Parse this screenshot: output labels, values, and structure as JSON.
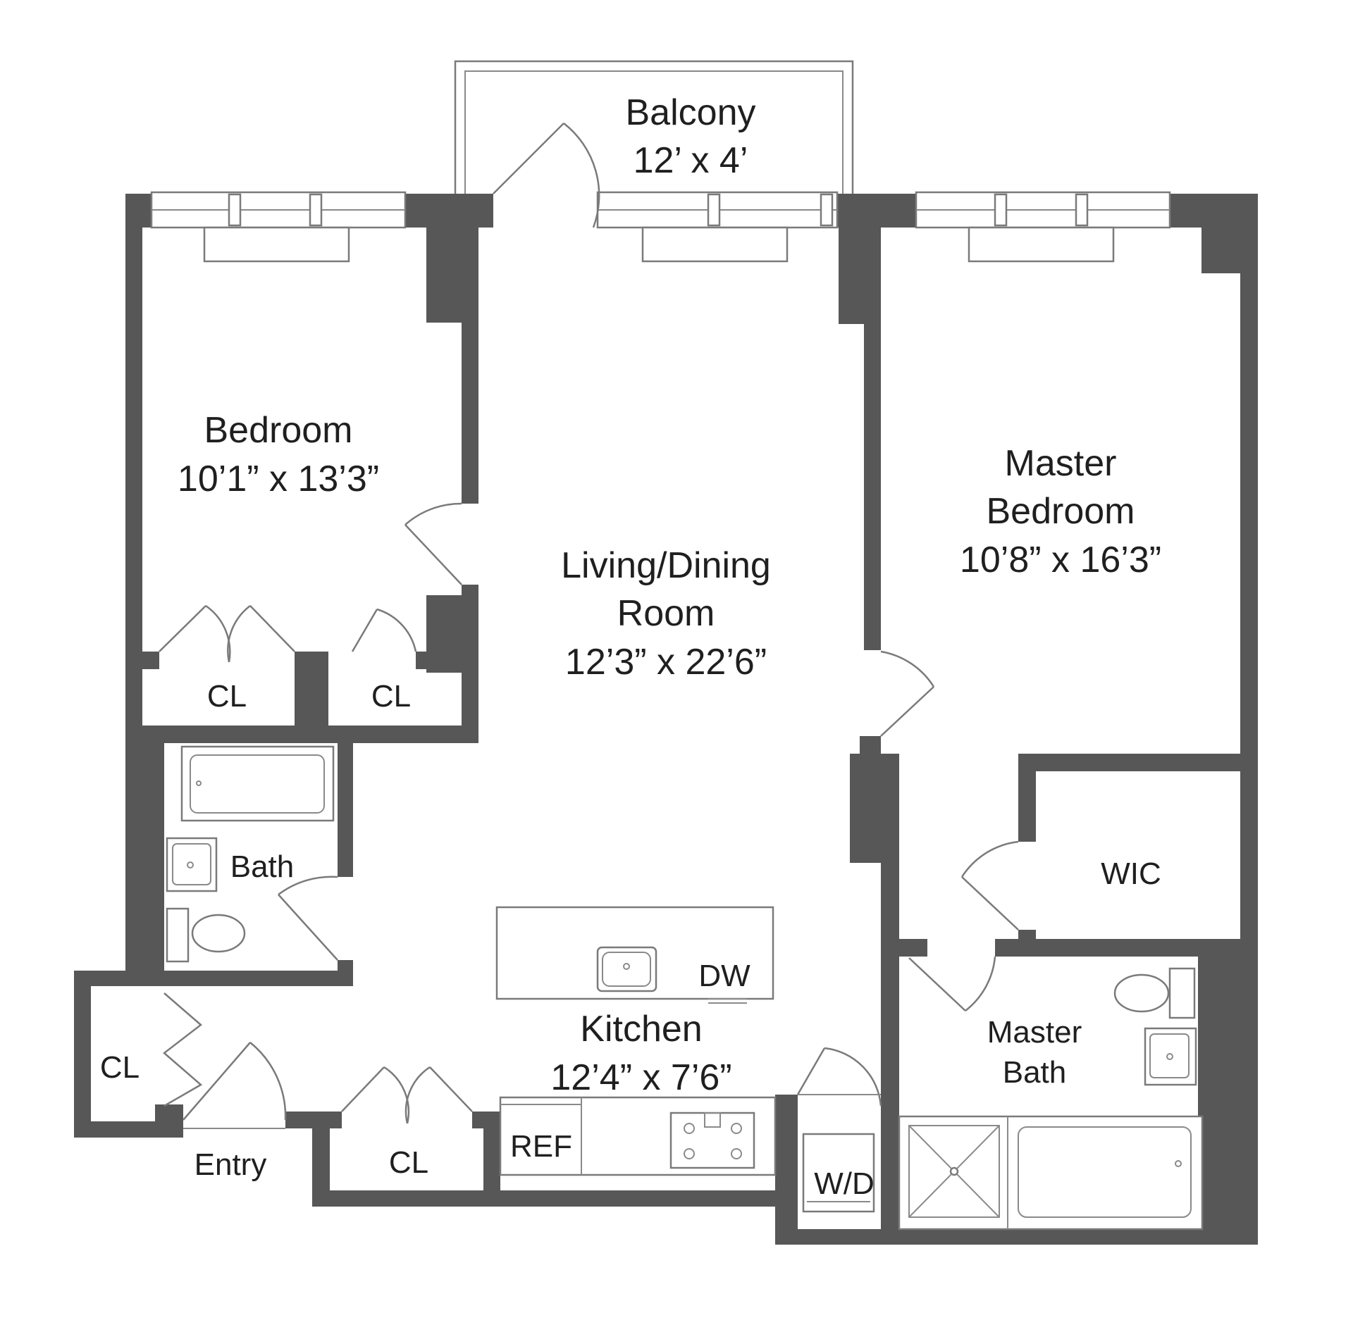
{
  "balcony": {
    "name": "Balcony",
    "dims": "12’ x 4’"
  },
  "bedroom": {
    "name": "Bedroom",
    "dims": "10’1” x 13’3”"
  },
  "living": {
    "line1": "Living/Dining",
    "line2": "Room",
    "dims": "12’3” x 22’6”"
  },
  "master": {
    "line1": "Master",
    "line2": "Bedroom",
    "dims": "10’8” x 16’3”"
  },
  "kitchen": {
    "name": "Kitchen",
    "dims": "12’4” x 7’6”"
  },
  "bath": {
    "name": "Bath"
  },
  "master_bath": {
    "line1": "Master",
    "line2": "Bath"
  },
  "wic": {
    "name": "WIC"
  },
  "entry": {
    "name": "Entry"
  },
  "closet": {
    "name": "CL"
  },
  "dw": {
    "name": "DW"
  },
  "ref": {
    "name": "REF"
  },
  "wd": {
    "name": "W/D"
  },
  "colors": {
    "wall": "#575757",
    "line": "#7a7a7a",
    "background": "#ffffff"
  }
}
